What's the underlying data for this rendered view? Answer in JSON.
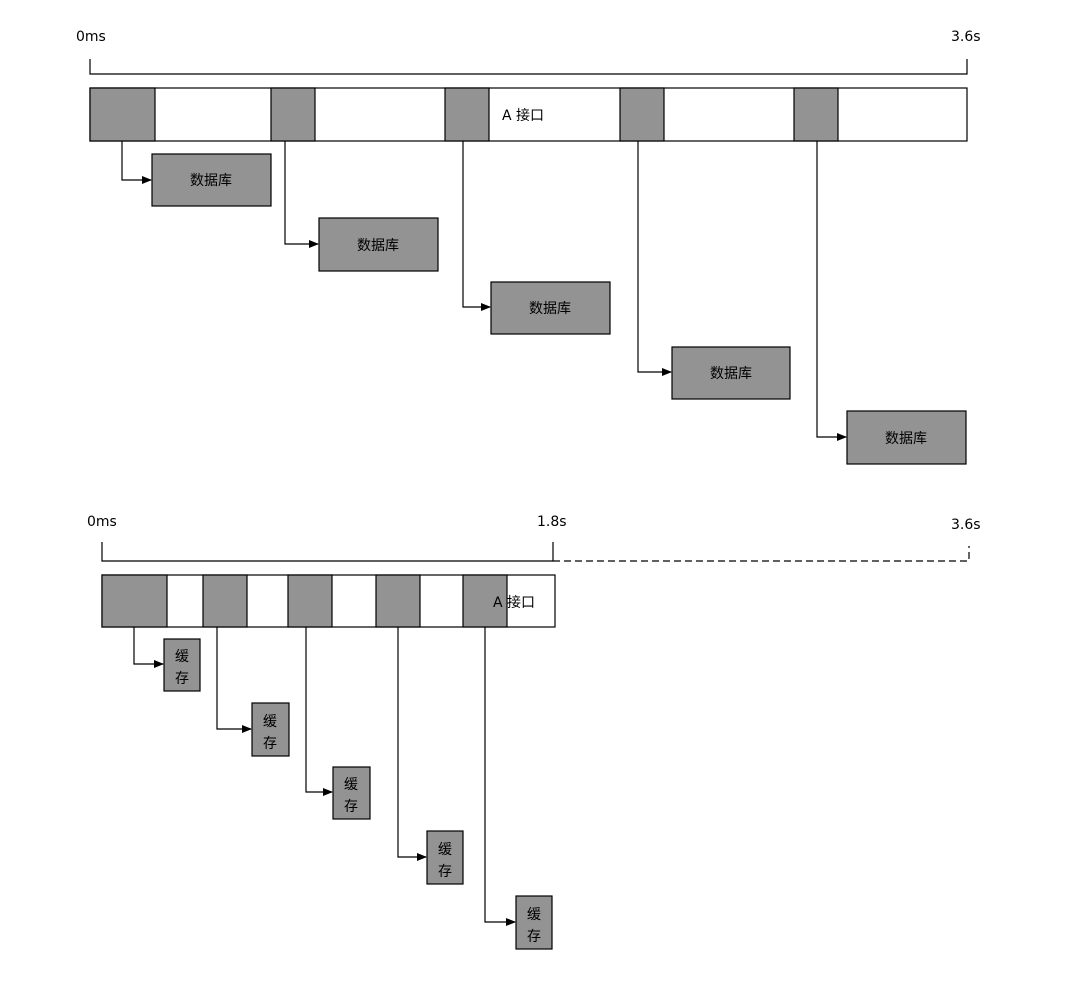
{
  "top": {
    "time_start": "0ms",
    "time_end": "3.6s",
    "bar_label": "A 接口",
    "callees": [
      "数据库",
      "数据库",
      "数据库",
      "数据库",
      "数据库"
    ]
  },
  "bottom": {
    "time_start": "0ms",
    "time_mid": "1.8s",
    "time_end": "3.6s",
    "bar_label": "A 接口",
    "callees": [
      {
        "line1": "缓",
        "line2": "存"
      },
      {
        "line1": "缓",
        "line2": "存"
      },
      {
        "line1": "缓",
        "line2": "存"
      },
      {
        "line1": "缓",
        "line2": "存"
      },
      {
        "line1": "缓",
        "line2": "存"
      }
    ]
  },
  "colors": {
    "block": "#939393",
    "line": "#000000",
    "background": "#ffffff"
  }
}
